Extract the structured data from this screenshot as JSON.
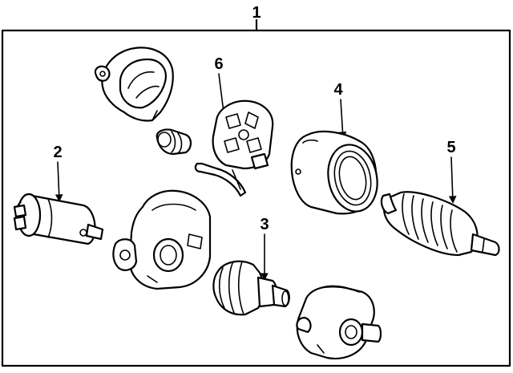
{
  "callouts": {
    "assembly": "1",
    "solenoid": "2",
    "drive_gear": "3",
    "yoke": "4",
    "armature": "5",
    "brush_holder": "6"
  }
}
